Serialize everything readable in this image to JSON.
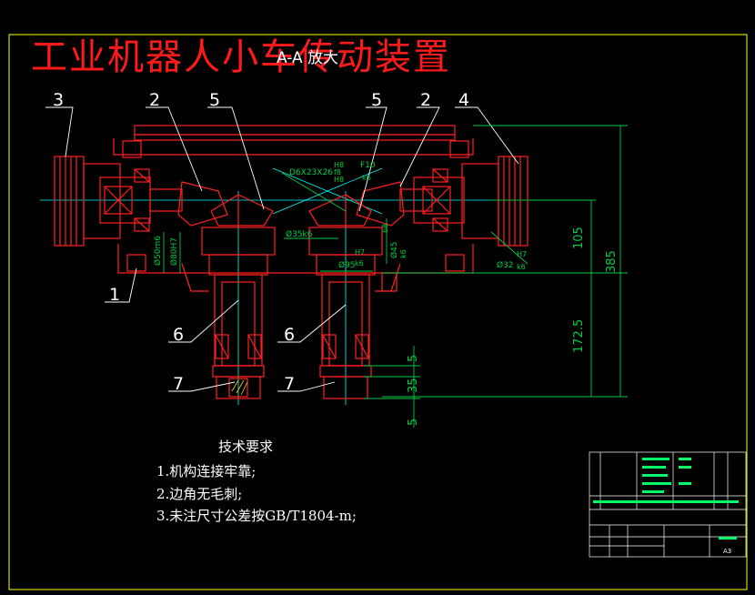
{
  "title": "工业机器人小车传动装置",
  "view_label": "A-A 放大",
  "callouts": [
    "3",
    "2",
    "5",
    "5",
    "2",
    "4",
    "1",
    "6",
    "6",
    "7",
    "7"
  ],
  "annotations": {
    "left_fit_1": "Ø50m6",
    "left_fit_2": "Ø80H7",
    "spline": "D6X23X26",
    "spline_fit_a": "H8",
    "spline_fit_b": "f8",
    "spline_fit_c": "H8",
    "spline_fit_d": "b8",
    "f10_top": "F10",
    "f10_bottom": "k6",
    "shaft_35": "Ø35k6",
    "h7_mid_top": "H7",
    "h7_mid_bottom": "k6",
    "shaft_95": "Ø95",
    "shaft_45": "Ø45",
    "shaft_45_fit": "k6",
    "right_diam": "Ø32",
    "right_fit_top": "H7",
    "right_fit_bottom": "k6"
  },
  "dimensions": {
    "d105": "105",
    "d385": "385",
    "d1725": "172.5",
    "d5a": "5",
    "d35": "35",
    "d5b": "5"
  },
  "requirements": {
    "title": "技术要求",
    "items": [
      "1.机构连接牢靠;",
      "2.边角无毛刺;",
      "3.未注尺寸公差按GB/T1804-m;"
    ]
  },
  "title_block": {
    "scale": "A3"
  },
  "colors": {
    "frame": "#ffff00",
    "part": "#ff2020",
    "centerline": "#00ffff",
    "dimension": "#00cc44",
    "leader": "#ffffff",
    "block_text": "#00ff66"
  }
}
